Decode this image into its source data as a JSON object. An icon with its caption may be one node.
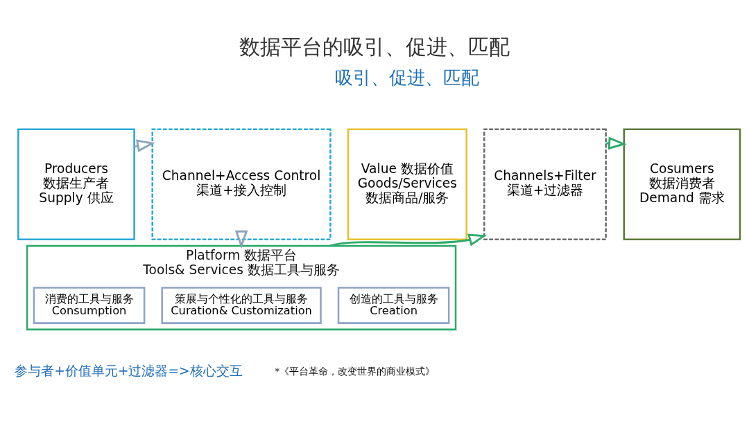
{
  "diagram": {
    "title": "数据平台的吸引、促进、匹配",
    "nodes": [
      {
        "text": [
          "Producers",
          "数据生产者",
          "Supply 供应"
        ]
      },
      {
        "text": [
          "Channel+Access Control",
          "渠道+接入控制"
        ]
      },
      {
        "text": [
          "Value 数据价值",
          "Goods/Services",
          "数据商品/服务"
        ]
      },
      {
        "text": [
          "Channels+Filter",
          "渠道+过滤器"
        ]
      },
      {
        "text": [
          "Cosumers",
          "数据消费者",
          "Demand 需求"
        ]
      },
      {
        "text": [
          "Platform 数据平台",
          "Tools& Services 数据工具与服务"
        ]
      },
      {
        "text": [
          "创造的工具与服务",
          "Creation"
        ],
        "in": 5
      },
      {
        "text": [
          "策展与个性化的工具与服务",
          "Curation& Customization"
        ],
        "in": 5
      },
      {
        "text": [
          "消费的工具与服务",
          "Consumption"
        ],
        "in": 5
      }
    ],
    "edges": [
      {
        "from": 0,
        "to": 1,
        "arrow": "to",
        "color": "#8ea4b8"
      },
      {
        "from": 1,
        "to": 5,
        "arrow": "to",
        "color": "#8ea4b8"
      },
      {
        "from": 5,
        "to": 3,
        "arrow": "to",
        "color": "#2eaa6a"
      },
      {
        "from": 3,
        "to": 4,
        "arrow": "to",
        "color": "#2eaa6a"
      }
    ],
    "labels": [
      "吸引、促进、匹配",
      "参与者+价值单元+过滤器=>核心交互",
      "*《平台革命，改变世界的商业模式》"
    ]
  }
}
